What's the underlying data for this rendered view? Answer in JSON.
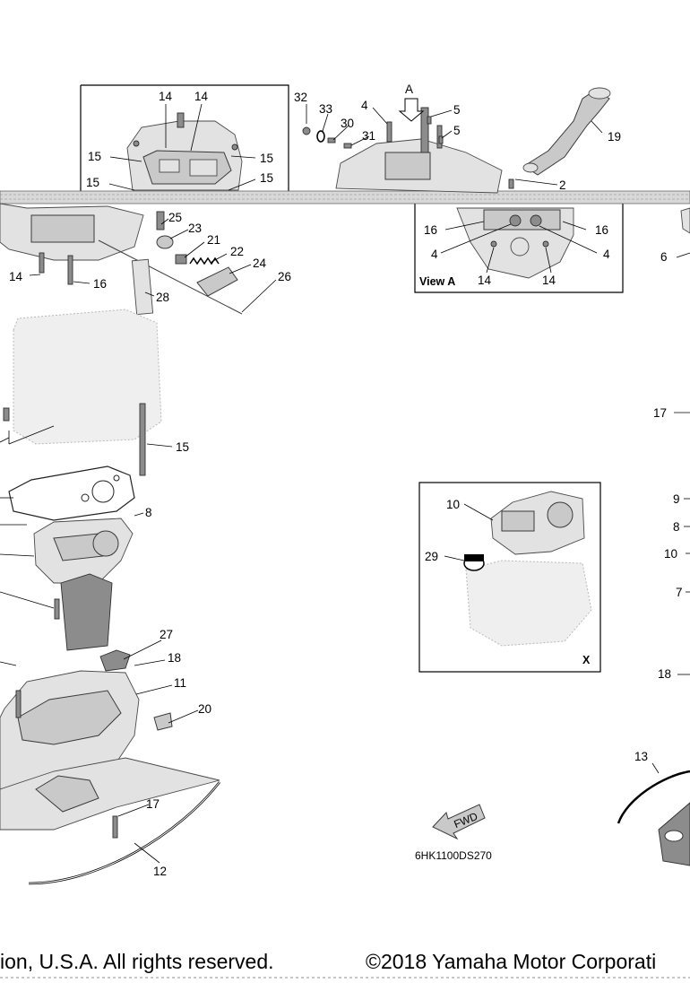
{
  "diagram": {
    "box_labels": {
      "view_a": "View A",
      "view_x": "X"
    },
    "arrow_label": "A",
    "fwd_label": "FWD",
    "diagram_code": "6HK1100DS270",
    "copyright_left": "ion, U.S.A. All rights reserved.",
    "copyright_right": "©2018 Yamaha Motor Corporati"
  },
  "callouts": {
    "c14a": "14",
    "c14b": "14",
    "c15a": "15",
    "c15b": "15",
    "c15c": "15",
    "c15d": "15",
    "c32": "32",
    "c33": "33",
    "c30": "30",
    "c31": "31",
    "c4a": "4",
    "c5a": "5",
    "c5b": "5",
    "c19": "19",
    "c2": "2",
    "c16a": "16",
    "c16b": "16",
    "c4b": "4",
    "c4c": "4",
    "c14c": "14",
    "c14d": "14",
    "c6": "6",
    "c25": "25",
    "c23": "23",
    "c21": "21",
    "c22": "22",
    "c24": "24",
    "c26": "26",
    "c14e": "14",
    "c16c": "16",
    "c28": "28",
    "c15e": "15",
    "c8a": "8",
    "c17a": "17",
    "c9": "9",
    "c8b": "8",
    "c10a": "10",
    "c10b": "10",
    "c29": "29",
    "c7": "7",
    "c27": "27",
    "c18a": "18",
    "c11": "11",
    "c20": "20",
    "c17b": "17",
    "c12": "12",
    "c18b": "18",
    "c13": "13"
  },
  "colors": {
    "part_fill": "#c9c9c9",
    "part_outline": "#3a3a3a",
    "line": "#000000"
  }
}
